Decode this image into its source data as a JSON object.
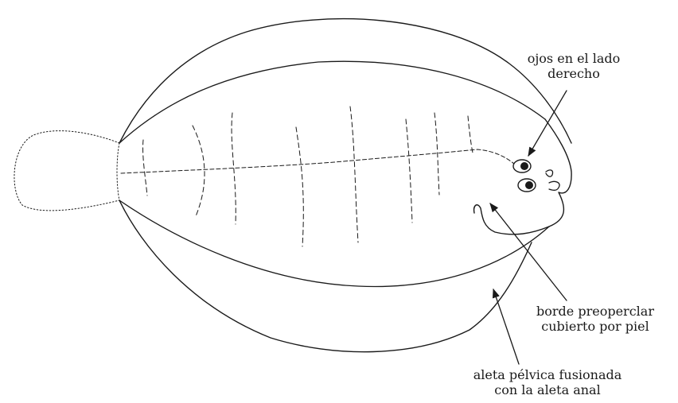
{
  "labels": {
    "eyes": [
      "ojos en el lado",
      "derecho"
    ],
    "preopercle": [
      "borde preoperclar",
      "cubierto por piel"
    ],
    "pelvic_fin": [
      "aleta pélvica fusionada",
      "con la aleta anal"
    ]
  },
  "colors": {
    "ink": "#1a1a1a",
    "background": "#ffffff"
  }
}
